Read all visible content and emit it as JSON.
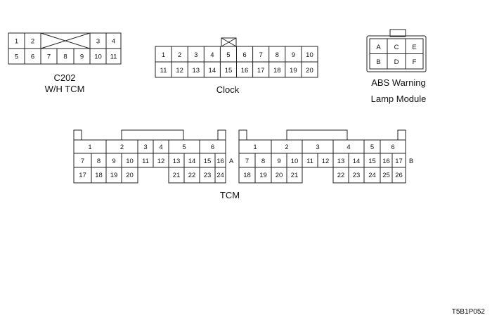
{
  "c202": {
    "caption_line1": "C202",
    "caption_line2": "W/H TCM",
    "top_left": [
      "1",
      "2"
    ],
    "top_right": [
      "3",
      "4"
    ],
    "bottom": [
      "5",
      "6",
      "7",
      "8",
      "9",
      "10",
      "11"
    ]
  },
  "clock": {
    "caption": "Clock",
    "row1": [
      "1",
      "2",
      "3",
      "4",
      "5",
      "6",
      "7",
      "8",
      "9",
      "10"
    ],
    "row2": [
      "11",
      "12",
      "13",
      "14",
      "15",
      "16",
      "17",
      "18",
      "19",
      "20"
    ]
  },
  "abs": {
    "caption_line1": "ABS Warning",
    "caption_line2": "Lamp Module",
    "row1": [
      "A",
      "C",
      "E"
    ],
    "row2": [
      "B",
      "D",
      "F"
    ]
  },
  "tcm": {
    "caption": "TCM",
    "a": {
      "label": "A",
      "row1": [
        "1",
        "2",
        "3",
        "4",
        "5",
        "6"
      ],
      "row2": [
        "7",
        "8",
        "9",
        "10",
        "11",
        "12",
        "13",
        "14",
        "15",
        "16"
      ],
      "row3_left": [
        "17",
        "18",
        "19",
        "20"
      ],
      "row3_right": [
        "21",
        "22",
        "23",
        "24"
      ]
    },
    "b": {
      "label": "B",
      "row1": [
        "1",
        "2",
        "3",
        "4",
        "5",
        "6"
      ],
      "row2": [
        "7",
        "8",
        "9",
        "10",
        "11",
        "12",
        "13",
        "14",
        "15",
        "16",
        "17"
      ],
      "row3_left": [
        "18",
        "19",
        "20",
        "21"
      ],
      "row3_right": [
        "22",
        "23",
        "24",
        "25",
        "26"
      ]
    }
  },
  "figure_code": "T5B1P052"
}
